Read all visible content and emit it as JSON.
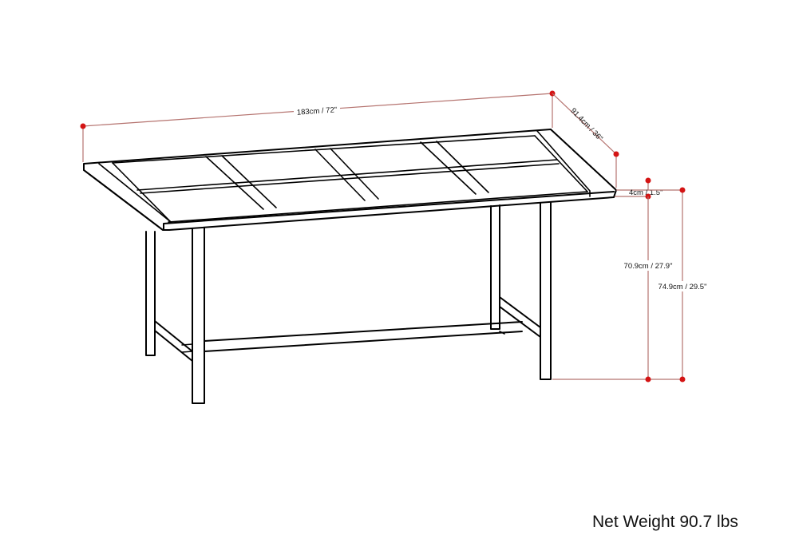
{
  "dimensions": {
    "length": "183cm / 72\"",
    "depth": "91.4cm / 36\"",
    "top_thickness": "4cm / 1.5\"",
    "clearance": "70.9cm / 27.9\"",
    "height": "74.9cm / 29.5\""
  },
  "net_weight": "Net Weight 90.7 lbs",
  "colors": {
    "dimension_line": "#b5736f",
    "dimension_dot": "#d41414",
    "outline": "#000000"
  }
}
